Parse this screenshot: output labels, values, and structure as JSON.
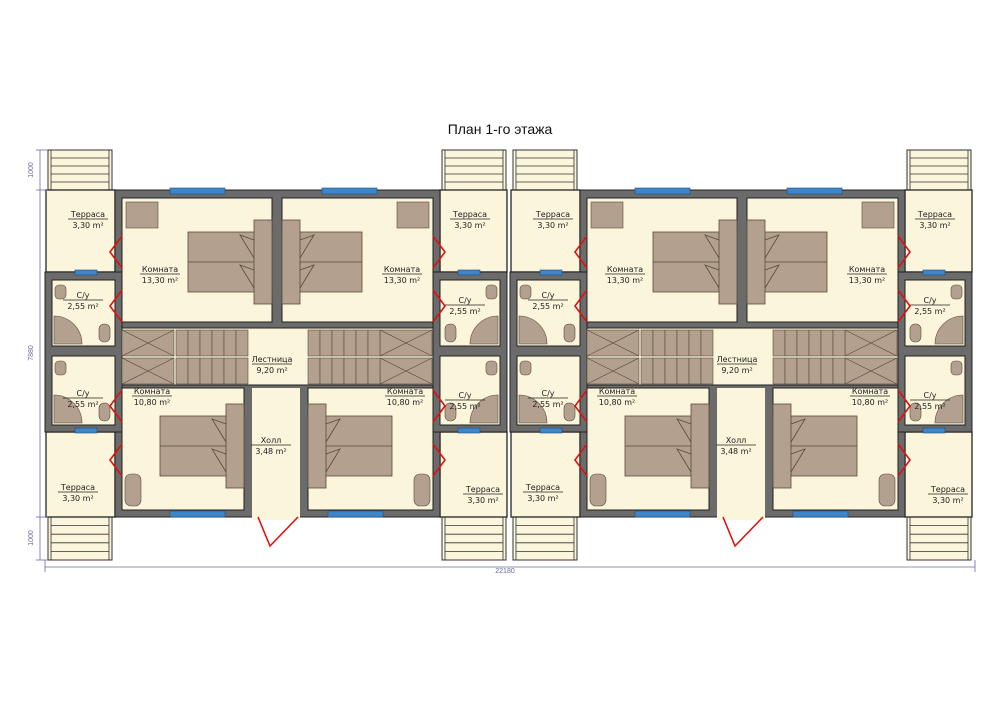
{
  "title": "План 1-го этажа",
  "dimensions": {
    "stair_top": "1000",
    "building_depth": "7880",
    "stair_bottom": "1000",
    "total_width": "22180"
  },
  "halves": [
    {
      "rooms": [
        {
          "name": "Терраса",
          "area": "3,30 m²"
        },
        {
          "name": "Комната",
          "area": "13,30 m²"
        },
        {
          "name": "С/у",
          "area": "2,55 m²"
        },
        {
          "name": "Лестница",
          "area": "9,20 m²"
        },
        {
          "name": "С/у",
          "area": "2,55 m²"
        },
        {
          "name": "Комната",
          "area": "10,80 m²"
        },
        {
          "name": "Холл",
          "area": "3,48 m²"
        },
        {
          "name": "Терраса",
          "area": "3,30 m²"
        },
        {
          "name": "Терраса",
          "area": "3,30 m²"
        },
        {
          "name": "Комната",
          "area": "13,30 m²"
        },
        {
          "name": "С/у",
          "area": "2,55 m²"
        },
        {
          "name": "С/у",
          "area": "2,55 m²"
        },
        {
          "name": "Комната",
          "area": "10,80 m²"
        },
        {
          "name": "Терраса",
          "area": "3,30 m²"
        }
      ]
    },
    {
      "rooms": [
        {
          "name": "Терраса",
          "area": "3,30 m²"
        },
        {
          "name": "Комната",
          "area": "13,30 m²"
        },
        {
          "name": "С/у",
          "area": "2,55 m²"
        },
        {
          "name": "Лестница",
          "area": "9,20 m²"
        },
        {
          "name": "С/у",
          "area": "2,55 m²"
        },
        {
          "name": "Комната",
          "area": "10,80 m²"
        },
        {
          "name": "Холл",
          "area": "3,48 m²"
        },
        {
          "name": "Терраса",
          "area": "3,30 m²"
        },
        {
          "name": "Терраса",
          "area": "3,30 m²"
        },
        {
          "name": "Комната",
          "area": "13,30 m²"
        },
        {
          "name": "С/у",
          "area": "2,55 m²"
        },
        {
          "name": "С/у",
          "area": "2,55 m²"
        },
        {
          "name": "Комната",
          "area": "10,80 m²"
        },
        {
          "name": "Терраса",
          "area": "3,30 m²"
        }
      ]
    }
  ],
  "colors": {
    "wall": "#6b6b6b",
    "floor": "#fbf5dc",
    "furniture": "#b3a08e",
    "window": "#3f86c8",
    "door": "#e01010",
    "dimension": "#6a6aa8"
  }
}
